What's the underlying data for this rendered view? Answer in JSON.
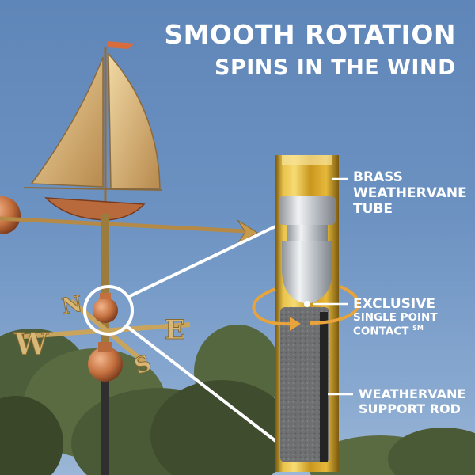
{
  "headline": {
    "title": "SMOOTH ROTATION",
    "subtitle": "SPINS IN THE WIND"
  },
  "callouts": {
    "brass_tube": [
      "BRASS",
      "WEATHERVANE",
      "TUBE"
    ],
    "contact": {
      "line1": "EXCLUSIVE",
      "line2": "SINGLE POINT",
      "line3": "CONTACT",
      "mark": "SM"
    },
    "support_rod": [
      "WEATHERVANE",
      "SUPPORT ROD"
    ]
  },
  "compass_letters": {
    "west": "W",
    "north": "N",
    "east": "E",
    "south": "S"
  },
  "colors": {
    "sky": "#6c92c2",
    "copper": "#c4703e",
    "brass": "#d9ad2a",
    "rod": "#5a5a5a",
    "steel": "#c8ccd0",
    "arrow_accent": "#e8a33a",
    "text": "#ffffff"
  },
  "icons": {
    "rotation": "rotation-arrow-icon",
    "magnifier": "magnifier-circle-icon"
  }
}
